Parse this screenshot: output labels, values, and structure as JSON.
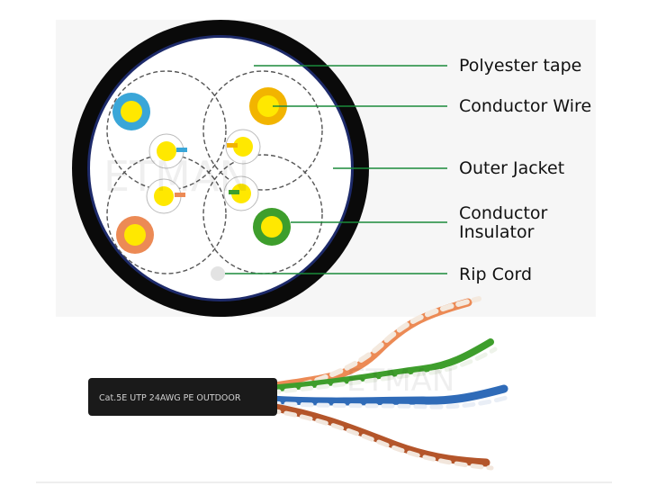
{
  "labels": {
    "polyester_tape": "Polyester tape",
    "conductor_wire": "Conductor Wire",
    "outer_jacket": "Outer Jacket",
    "conductor_insulator_line1": "Conductor",
    "conductor_insulator_line2": "Insulator",
    "rip_cord": "Rip Cord"
  },
  "cable_print": "Cat.5E UTP 24AWG PE OUTDOOR",
  "watermark": "ETMAN",
  "colors": {
    "jacket": "#0a0a0a",
    "leader_line": "#1a8a3a",
    "blue": "#3aa6d8",
    "orange": "#ec8a55",
    "green": "#3e9e2c",
    "brown": "#b4552a",
    "conductor": "#ffe800",
    "gold": "#f2b400"
  }
}
